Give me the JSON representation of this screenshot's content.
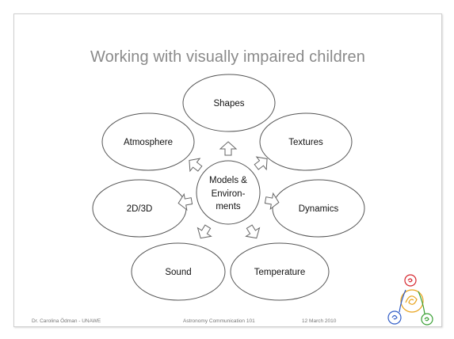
{
  "slide": {
    "title": "Working with visually impaired children",
    "center": {
      "lines": [
        "Models &",
        "Environ-",
        "ments"
      ]
    },
    "nodes": [
      {
        "key": "shapes",
        "label": "Shapes"
      },
      {
        "key": "textures",
        "label": "Textures"
      },
      {
        "key": "dynamics",
        "label": "Dynamics"
      },
      {
        "key": "temperature",
        "label": "Temperature"
      },
      {
        "key": "sound",
        "label": "Sound"
      },
      {
        "key": "2d3d",
        "label": "2D/3D"
      },
      {
        "key": "atmosphere",
        "label": "Atmosphere"
      }
    ],
    "footer": {
      "author": "Dr. Carolina Ödman - UNAWE",
      "course": "Astronomy Communication 101",
      "date": "12 March 2010"
    },
    "logo_icon": "unawe-logo-icon",
    "colors": {
      "title": "#8a8a8a",
      "outline": "#555555",
      "logo_red": "#d6262e",
      "logo_green": "#3aa035",
      "logo_blue": "#2f5cc7",
      "logo_orange": "#e8a21a"
    }
  }
}
